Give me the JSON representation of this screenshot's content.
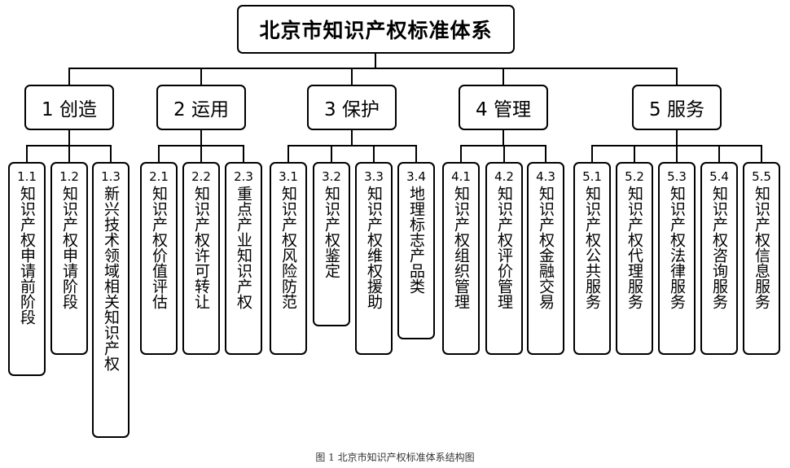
{
  "root": "北京市知识产权标准体系",
  "categories": [
    {
      "label": "1 创造",
      "items": [
        {
          "num": "1.1",
          "text": "知识产权申请前阶段"
        },
        {
          "num": "1.2",
          "text": "知识产权申请阶段"
        },
        {
          "num": "1.3",
          "text": "新兴技术领域相关知识产权"
        }
      ]
    },
    {
      "label": "2 运用",
      "items": [
        {
          "num": "2.1",
          "text": "知识产权价值评估"
        },
        {
          "num": "2.2",
          "text": "知识产权许可转让"
        },
        {
          "num": "2.3",
          "text": "重点产业知识产权"
        }
      ]
    },
    {
      "label": "3 保护",
      "items": [
        {
          "num": "3.1",
          "text": "知识产权风险防范"
        },
        {
          "num": "3.2",
          "text": "知识产权鉴定"
        },
        {
          "num": "3.3",
          "text": "知识产权维权援助"
        },
        {
          "num": "3.4",
          "text": "地理标志产品类"
        }
      ]
    },
    {
      "label": "4 管理",
      "items": [
        {
          "num": "4.1",
          "text": "知识产权组织管理"
        },
        {
          "num": "4.2",
          "text": "知识产权评价管理"
        },
        {
          "num": "4.3",
          "text": "知识产权金融交易"
        }
      ]
    },
    {
      "label": "5 服务",
      "items": [
        {
          "num": "5.1",
          "text": "知识产权公共服务"
        },
        {
          "num": "5.2",
          "text": "知识产权代理服务"
        },
        {
          "num": "5.3",
          "text": "知识产权法律服务"
        },
        {
          "num": "5.4",
          "text": "知识产权咨询服务"
        },
        {
          "num": "5.5",
          "text": "知识产权信息服务"
        }
      ]
    }
  ],
  "caption": "图 1  北京市知识产权标准体系结构图"
}
